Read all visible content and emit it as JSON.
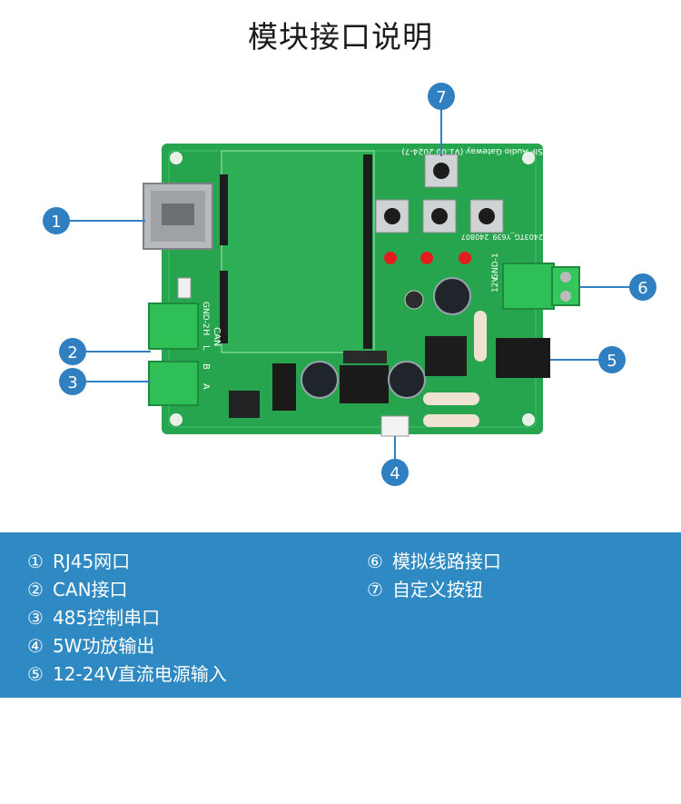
{
  "title": "模块接口说明",
  "board": {
    "silk_top": "SIP Audio Gateway (V1.00 2024-7)",
    "silk_id": "2403TG_Y639_240807",
    "silk_can": "CAN",
    "silk_gnd2": "GND-2",
    "silk_h": "H",
    "silk_l": "L",
    "silk_b": "B",
    "silk_a": "A",
    "silk_12v": "12V",
    "silk_gnd1": "GND-1"
  },
  "callouts": [
    {
      "num": "1"
    },
    {
      "num": "2"
    },
    {
      "num": "3"
    },
    {
      "num": "4"
    },
    {
      "num": "5"
    },
    {
      "num": "6"
    },
    {
      "num": "7"
    }
  ],
  "legend": [
    {
      "num": "①",
      "label": "RJ45网口"
    },
    {
      "num": "②",
      "label": "CAN接口"
    },
    {
      "num": "③",
      "label": "485控制串口"
    },
    {
      "num": "④",
      "label": "5W功放输出"
    },
    {
      "num": "⑤",
      "label": "12-24V直流电源输入"
    },
    {
      "num": "⑥",
      "label": "模拟线路接口"
    },
    {
      "num": "⑦",
      "label": "自定义按钮"
    }
  ],
  "colors": {
    "accent": "#2f89c2",
    "pcb": "#27a54e",
    "callout": "#2f7fc1"
  }
}
